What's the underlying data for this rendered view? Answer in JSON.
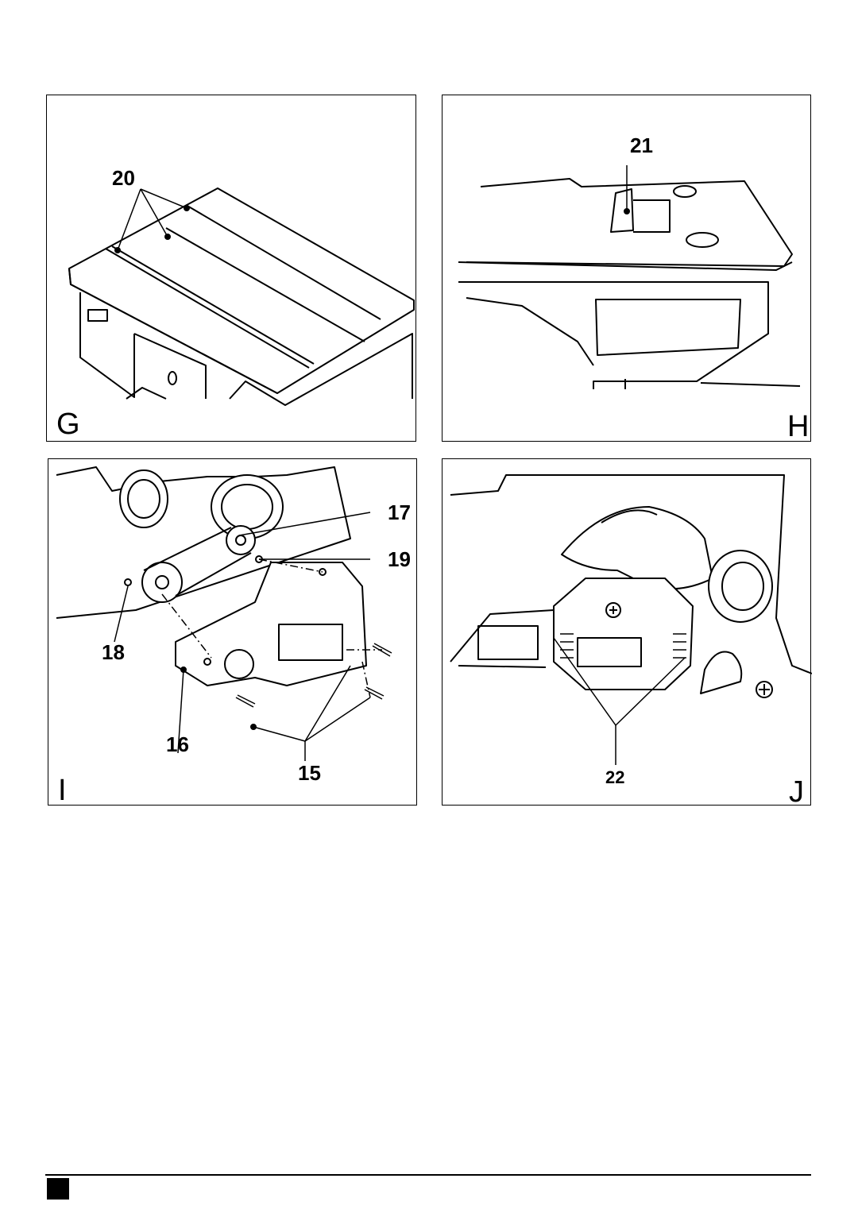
{
  "figures": {
    "G": {
      "letter": "G",
      "callouts": [
        "20"
      ]
    },
    "H": {
      "letter": "H",
      "callouts": [
        "21"
      ]
    },
    "I": {
      "letter": "I",
      "callouts": [
        "17",
        "19",
        "18",
        "16",
        "15"
      ]
    },
    "J": {
      "letter": "J",
      "callouts": [
        "22"
      ]
    }
  }
}
